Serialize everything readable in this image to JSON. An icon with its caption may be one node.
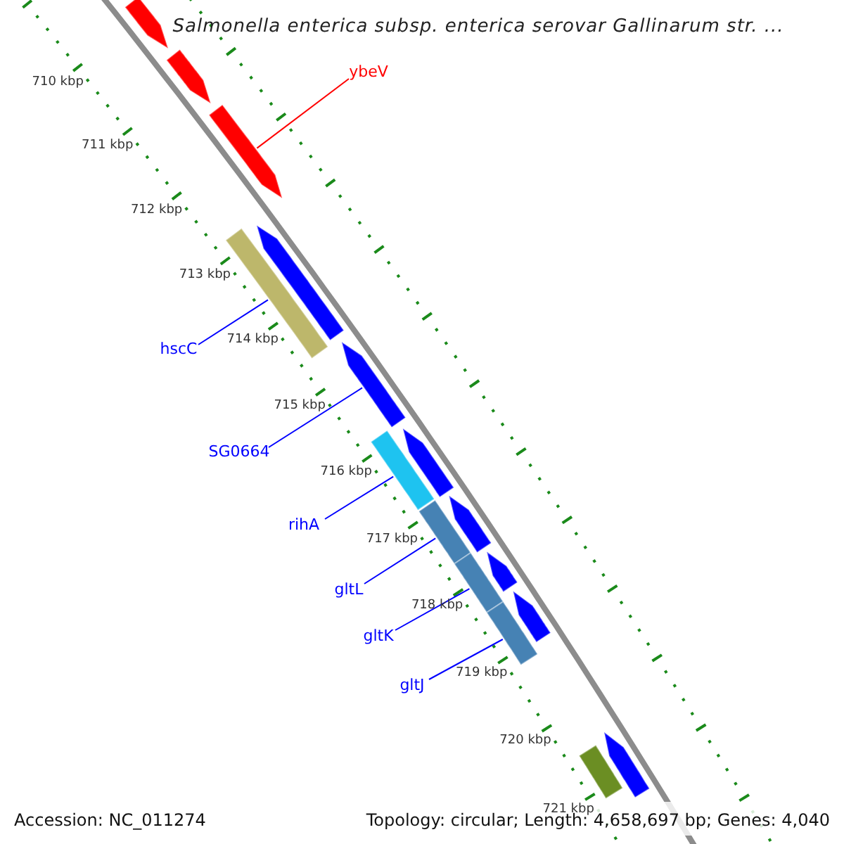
{
  "diagram": {
    "title": "Salmonella enterica subsp. enterica serovar Gallinarum str. ...",
    "nodes": [
      {
        "text": [
          "ybeV"
        ]
      },
      {
        "text": [],
        "shape": "arrow"
      },
      {
        "text": [
          "hscC"
        ]
      },
      {
        "text": [],
        "shape": "bar"
      },
      {
        "text": [
          "SG0664"
        ]
      },
      {
        "text": [],
        "shape": "arrow"
      },
      {
        "text": [
          "rihA"
        ]
      },
      {
        "text": [],
        "shape": "bar"
      },
      {
        "text": [
          "gltL"
        ]
      },
      {
        "text": [],
        "shape": "bar"
      },
      {
        "text": [
          "gltK"
        ]
      },
      {
        "text": [],
        "shape": "bar"
      },
      {
        "text": [
          "gltJ"
        ]
      },
      {
        "text": [],
        "shape": "bar"
      },
      {
        "text": [],
        "shape": "arrow"
      },
      {
        "text": [],
        "shape": "arrow"
      },
      {
        "text": [],
        "shape": "arrow"
      },
      {
        "text": [],
        "shape": "arrow"
      },
      {
        "text": [],
        "shape": "arrow"
      },
      {
        "text": [],
        "shape": "arrow"
      },
      {
        "text": [],
        "shape": "arrow"
      },
      {
        "text": [],
        "shape": "bar"
      },
      {
        "text": [],
        "shape": "arrow"
      }
    ],
    "edges": [
      {
        "from": 0,
        "to": 1,
        "arrow": "none",
        "color": "#ff0000"
      },
      {
        "from": 2,
        "to": 3,
        "arrow": "none"
      },
      {
        "from": 4,
        "to": 5,
        "arrow": "none"
      },
      {
        "from": 6,
        "to": 7,
        "arrow": "none"
      },
      {
        "from": 8,
        "to": 9,
        "arrow": "none"
      },
      {
        "from": 10,
        "to": 11,
        "arrow": "none"
      },
      {
        "from": 12,
        "to": 13,
        "arrow": "none"
      }
    ],
    "labels": [
      "710 kbp",
      "711 kbp",
      "712 kbp",
      "713 kbp",
      "714 kbp",
      "715 kbp",
      "716 kbp",
      "717 kbp",
      "718 kbp",
      "719 kbp",
      "720 kbp",
      "721 kbp",
      "Accession: NC_011274",
      "Topology: circular; Length: 4,658,697 bp; Genes: 4,040"
    ]
  }
}
